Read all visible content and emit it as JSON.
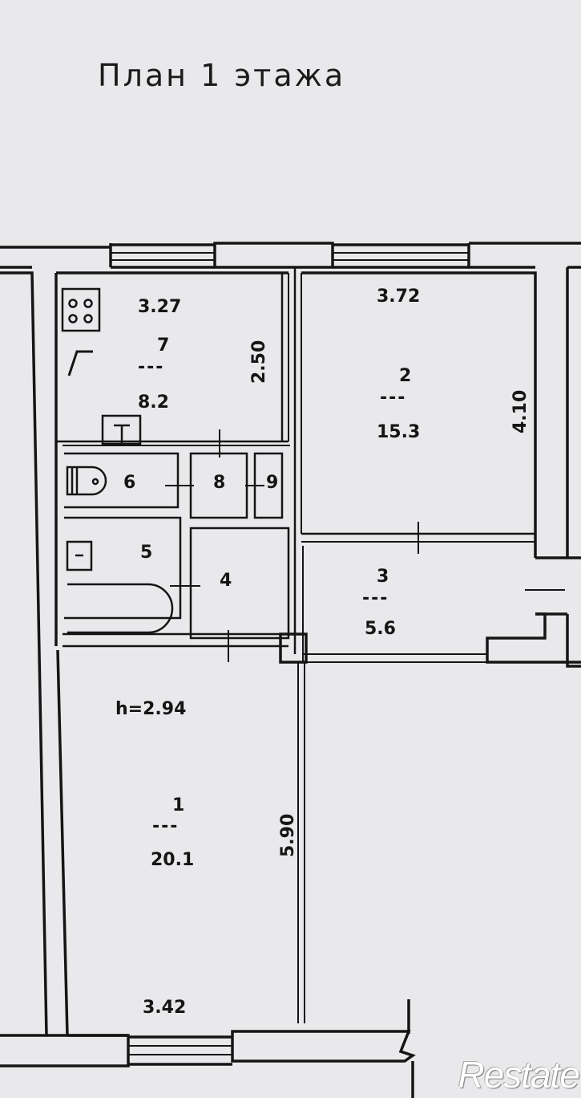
{
  "title": "План 1 этажа",
  "ceiling_height": "h=2.94",
  "rooms": [
    {
      "id": "1",
      "number": "1",
      "area": "20.1",
      "dims": {
        "width": "3.42",
        "length": "5.90"
      }
    },
    {
      "id": "2",
      "number": "2",
      "area": "15.3",
      "dims": {
        "width": "3.72",
        "length": "4.10"
      }
    },
    {
      "id": "3",
      "number": "3",
      "area": "5.6"
    },
    {
      "id": "4",
      "number": "4"
    },
    {
      "id": "5",
      "number": "5"
    },
    {
      "id": "6",
      "number": "6"
    },
    {
      "id": "7",
      "number": "7",
      "area": "8.2",
      "dims": {
        "width": "3.27",
        "length": "2.50"
      }
    },
    {
      "id": "8",
      "number": "8"
    },
    {
      "id": "9",
      "number": "9"
    }
  ],
  "separator": "---",
  "watermark": "Restate",
  "colors": {
    "background": "#e9e9ec",
    "lines": "#151515",
    "watermark": "#ffffff"
  }
}
